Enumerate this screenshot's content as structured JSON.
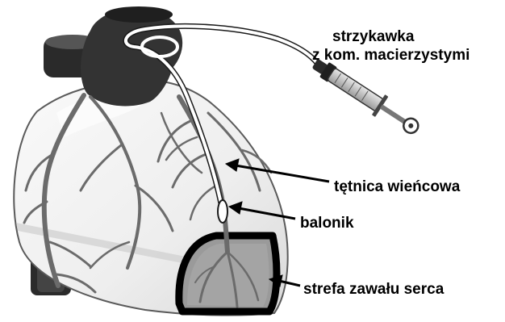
{
  "labels": {
    "syringe_line1": "strzykawka",
    "syringe_line2": "z kom. macierzystymi",
    "coronary_artery": "tętnica wieńcowa",
    "balloon": "balonik",
    "infarct_zone": "strefa zawału serca"
  },
  "colors": {
    "heart_fill": "#f1f1f1",
    "heart_outline": "#555555",
    "vessel": "#6b6b6b",
    "aorta": "#2e2e2e",
    "infarct_fill": "#9a9a9a",
    "infarct_border": "#000000",
    "catheter": "#ffffff"
  }
}
